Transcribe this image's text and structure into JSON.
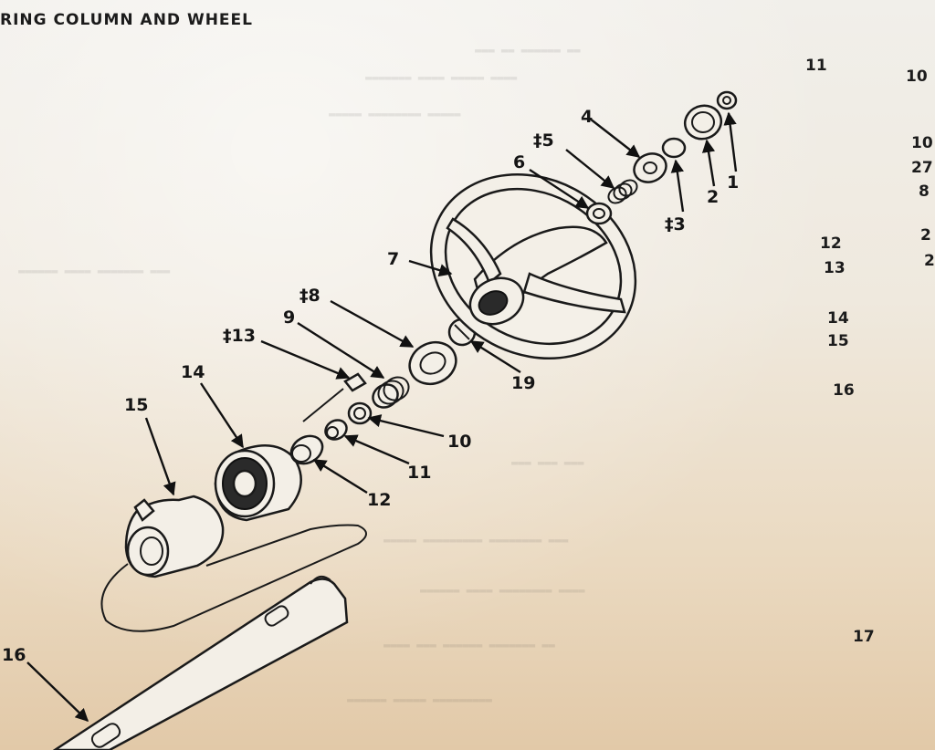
{
  "header": {
    "title": "RING COLUMN AND WHEEL"
  },
  "right_column_numbers": [
    "11",
    "10",
    "10",
    "27",
    "8",
    "12",
    "2",
    "13",
    "2",
    "14",
    "15",
    "16",
    "17"
  ],
  "callouts": {
    "c1": "1",
    "c2": "2",
    "c3": "‡3",
    "c4": "4",
    "c5": "‡5",
    "c6": "6",
    "c7": "7",
    "c8": "‡8",
    "c9": "9",
    "c10": "10",
    "c11": "11",
    "c12": "12",
    "c13": "‡13",
    "c14": "14",
    "c15": "15",
    "c16": "16",
    "c19": "19"
  },
  "colors": {
    "ink": "#1a1a1a",
    "paper": "#efe9de"
  }
}
